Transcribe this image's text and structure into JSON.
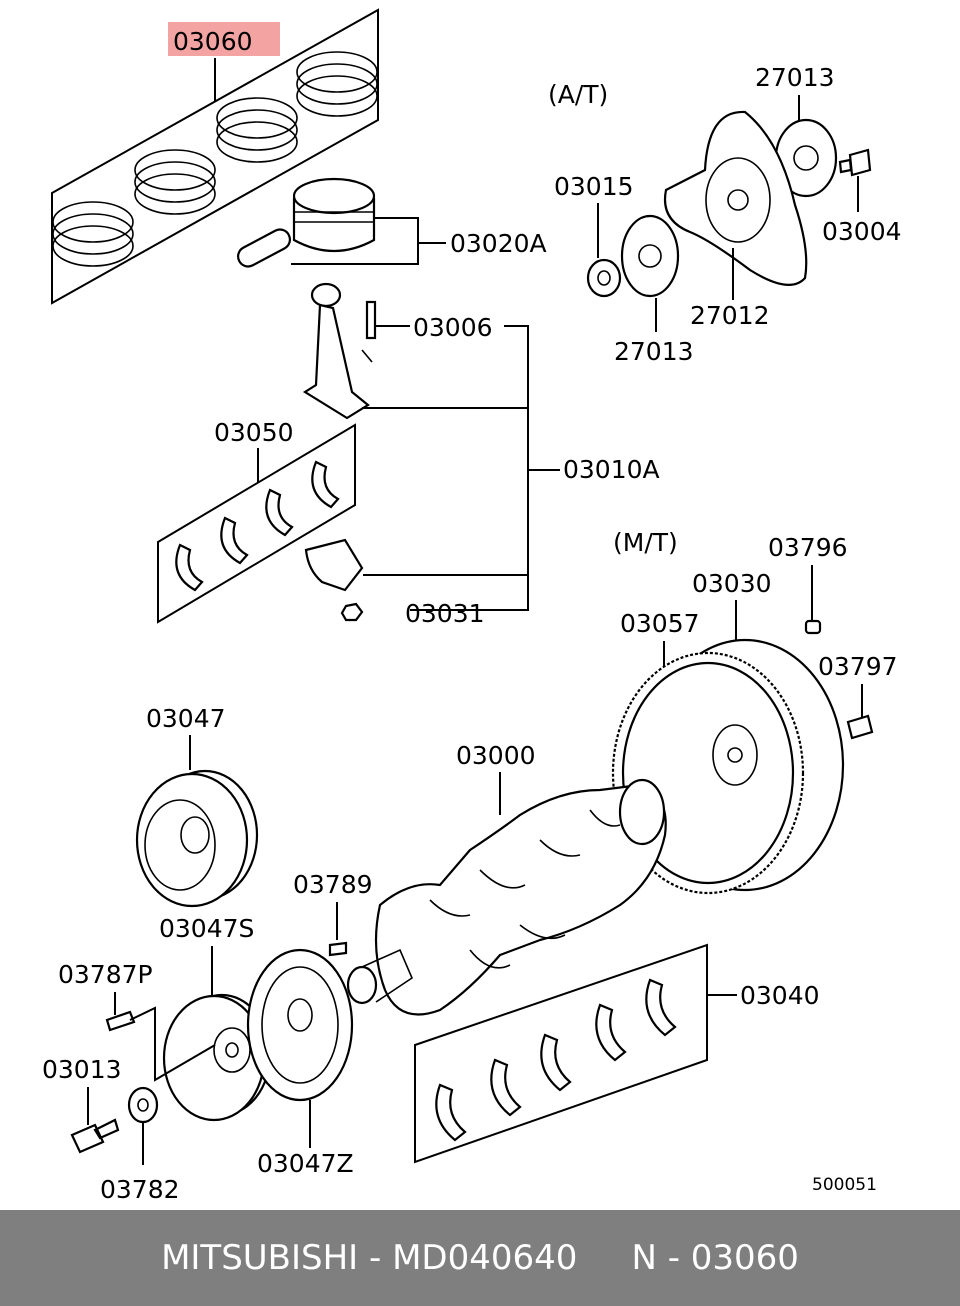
{
  "diagram": {
    "highlight_color": "#f4a3a3",
    "labels": {
      "rings": "03060",
      "piston": "03020A",
      "rod_bolt": "03006",
      "rod_bearings": "03050",
      "rod_assembly": "03010A",
      "rod_nut": "03031",
      "at_label": "(A/T)",
      "plate_27013_top": "27013",
      "bolt_03004": "03004",
      "spacer_03015": "03015",
      "drive_plate": "27012",
      "plate_27013_bottom": "27013",
      "mt_label": "(M/T)",
      "pin_03796": "03796",
      "flywheel": "03030",
      "ring_gear": "03057",
      "bolt_03797": "03797",
      "pulley_03047": "03047",
      "crankshaft": "03000",
      "key_03789": "03789",
      "pulley_03047s": "03047S",
      "bolt_03787p": "03787P",
      "main_bearings": "03040",
      "bolt_03013": "03013",
      "washer_03782": "03782",
      "damper_03047z": "03047Z",
      "diagram_number": "500051"
    }
  },
  "footer": {
    "brand": "MITSUBISHI",
    "sep1": " - ",
    "part_number": "MD040640",
    "gap": "     ",
    "ref": "N - 03060"
  }
}
